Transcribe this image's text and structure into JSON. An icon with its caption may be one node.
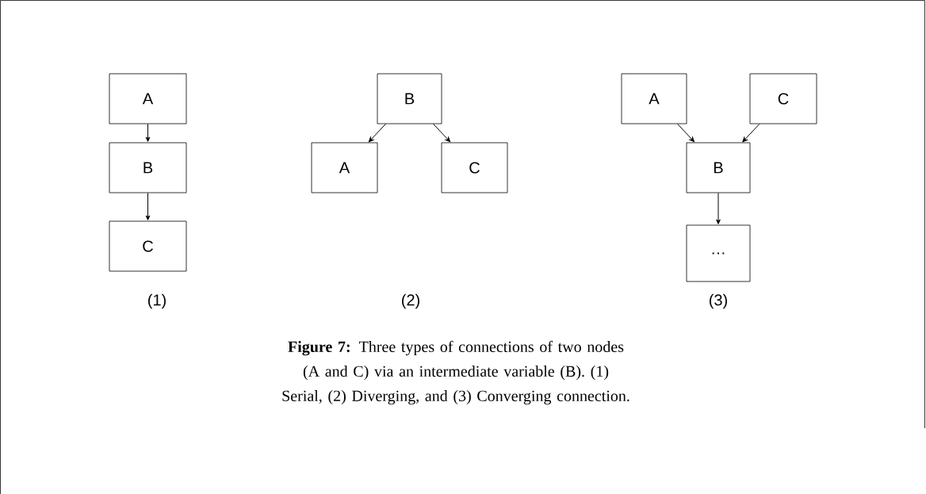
{
  "diagram": {
    "caption": "**Figure 7:** Three types of connections of two nodes (A and C) via an intermediate variable (B). (1) Serial, (2) Diverging, and (3) Converging connection.",
    "nodes": [
      {
        "text": [
          "A"
        ]
      },
      {
        "text": [
          "B"
        ]
      },
      {
        "text": [
          "C"
        ]
      },
      {
        "text": [
          "B"
        ]
      },
      {
        "text": [
          "A"
        ]
      },
      {
        "text": [
          "C"
        ]
      },
      {
        "text": [
          "A"
        ]
      },
      {
        "text": [
          "C"
        ]
      },
      {
        "text": [
          "B"
        ]
      },
      {
        "text": [
          "…"
        ]
      }
    ],
    "edges": [
      {
        "from": 0,
        "to": 1,
        "arrow": "to"
      },
      {
        "from": 1,
        "to": 2,
        "arrow": "to"
      },
      {
        "from": 3,
        "to": 4,
        "arrow": "to"
      },
      {
        "from": 3,
        "to": 5,
        "arrow": "to"
      },
      {
        "from": 6,
        "to": 8,
        "arrow": "to"
      },
      {
        "from": 7,
        "to": 8,
        "arrow": "to"
      },
      {
        "from": 8,
        "to": 9,
        "arrow": "to"
      }
    ],
    "labels": [
      "(1)",
      "(2)",
      "(3)"
    ]
  }
}
